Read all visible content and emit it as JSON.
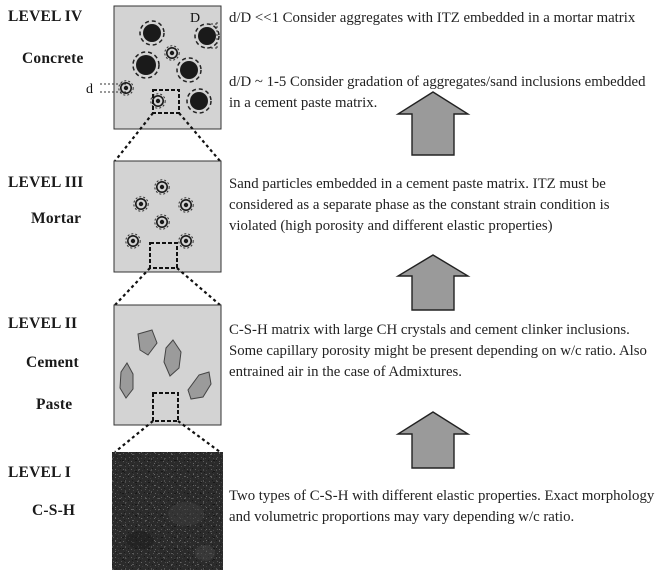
{
  "levels": [
    {
      "level": "LEVEL IV",
      "name": "Concrete",
      "descriptions": [
        "d/D <<1 Consider aggregates with ITZ embedded in a mortar matrix",
        "d/D ~ 1-5 Consider gradation of aggregates/sand inclusions embedded in a cement paste matrix."
      ],
      "labels": {
        "large": "D",
        "small": "d"
      }
    },
    {
      "level": "LEVEL III",
      "name": "Mortar",
      "description": "Sand particles embedded in a cement paste matrix. ITZ must be considered as a separate phase as the constant strain condition is violated (high porosity and different elastic properties)"
    },
    {
      "level": "LEVEL II",
      "name_line1": "Cement",
      "name_line2": "Paste",
      "description": "C-S-H matrix with large CH crystals and cement clinker inclusions. Some capillary porosity might be present depending on w/c ratio. Also entrained air in the case of Admixtures."
    },
    {
      "level": "LEVEL I",
      "name": "C-S-H",
      "description": "Two types of C-S-H with different elastic properties. Exact morphology and volumetric proportions may vary depending w/c ratio."
    }
  ]
}
